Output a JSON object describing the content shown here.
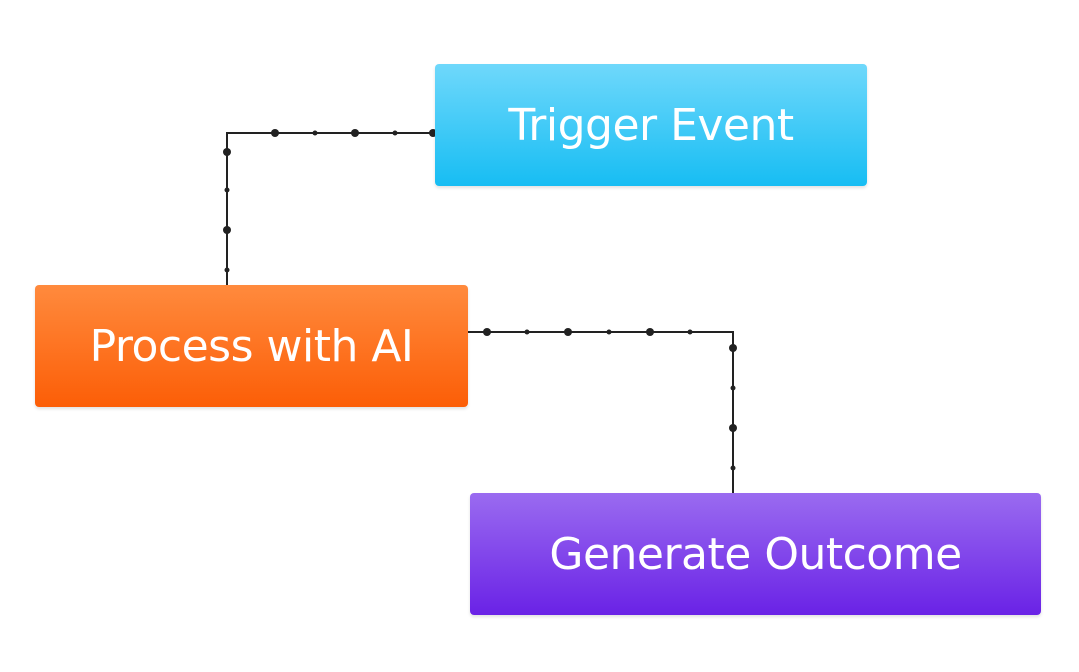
{
  "nodes": {
    "trigger": {
      "label": "Trigger Event",
      "color_top": "#6fd8fb",
      "color_bottom": "#17bdf3"
    },
    "process": {
      "label": "Process with AI",
      "color_top": "#ff8a3d",
      "color_bottom": "#fc5e07"
    },
    "outcome": {
      "label": "Generate Outcome",
      "color_top": "#9a6bf0",
      "color_bottom": "#6a22e6"
    }
  },
  "connectors": {
    "line_color": "#222222"
  }
}
